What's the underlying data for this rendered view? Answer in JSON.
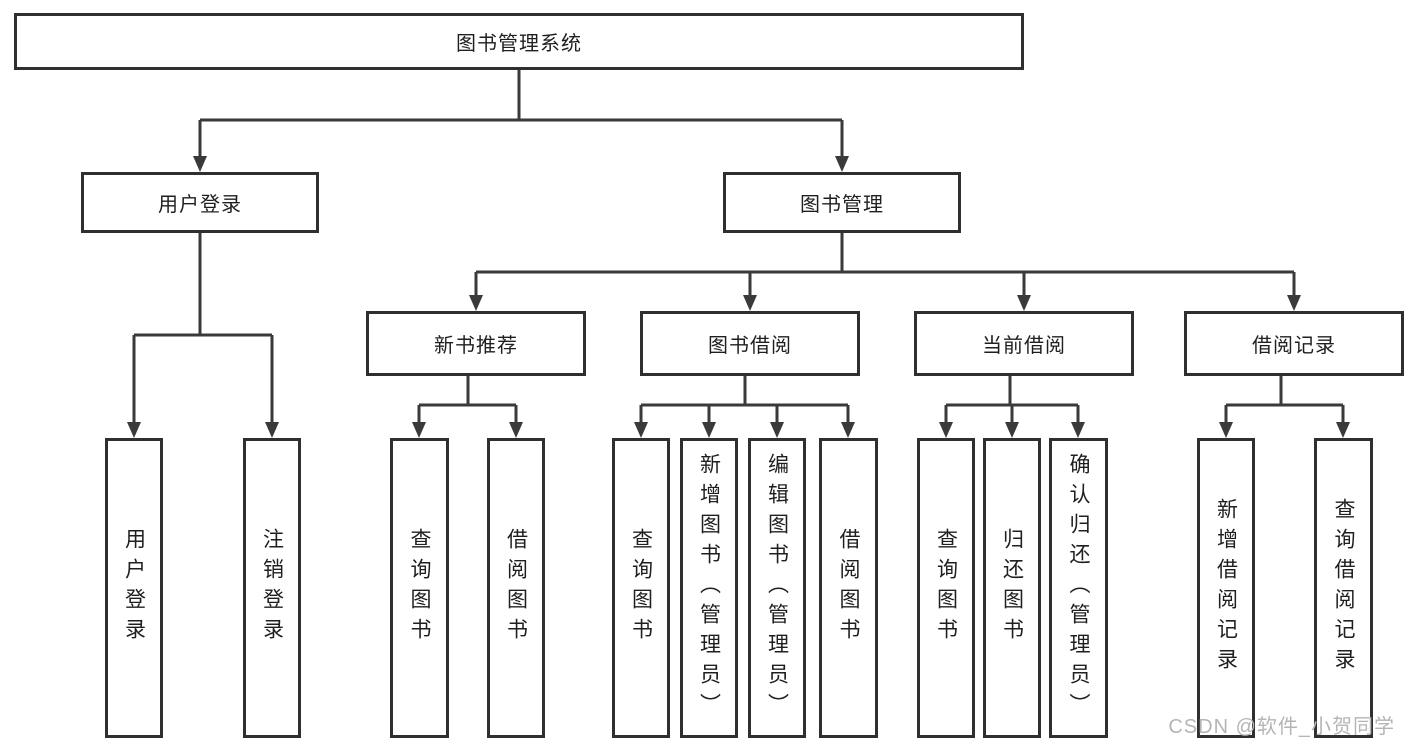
{
  "root_label": "图书管理系统",
  "level2": [
    {
      "label": "用户登录"
    },
    {
      "label": "图书管理"
    }
  ],
  "level3": [
    {
      "label": "新书推荐"
    },
    {
      "label": "图书借阅"
    },
    {
      "label": "当前借阅"
    },
    {
      "label": "借阅记录"
    }
  ],
  "leaves": {
    "user_login": [
      "用户登录",
      "注销登录"
    ],
    "new_rec": [
      "查询图书",
      "借阅图书"
    ],
    "book_borrow": [
      "查询图书",
      "新增图书（管理员）",
      "编辑图书（管理员）",
      "借阅图书"
    ],
    "cur_borrow": [
      "查询图书",
      "归还图书",
      "确认归还（管理员）"
    ],
    "records": [
      "新增借阅记录",
      "查询借阅记录"
    ]
  },
  "watermark": "CSDN @软件_小贺同学",
  "colors": {
    "background": "#ffffff",
    "box_border": "#2f2f2f",
    "box_background": "#ffffff",
    "line": "#3a3a3a",
    "text": "#1f1f1f",
    "watermark": "#b5b5b5"
  }
}
